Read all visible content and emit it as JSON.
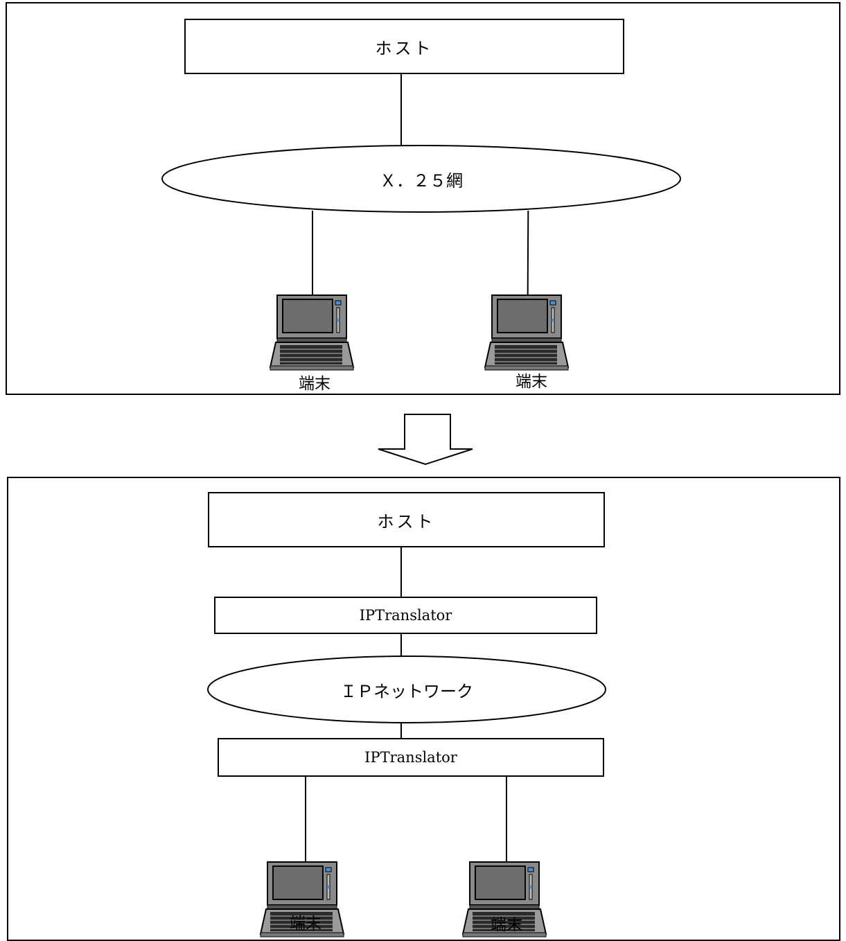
{
  "before": {
    "host_label": "ホスト",
    "network_label": "Ｘ．２５網",
    "terminals": [
      {
        "label": "端末"
      },
      {
        "label": "端末"
      }
    ]
  },
  "after": {
    "host_label": "ホスト",
    "translator_top_label": "IPTranslator",
    "network_label": "ＩＰネットワーク",
    "translator_bottom_label": "IPTranslator",
    "terminals": [
      {
        "label": "端末"
      },
      {
        "label": "端末"
      }
    ]
  },
  "colors": {
    "stroke": "#000000",
    "background": "#ffffff",
    "laptop_body": "#8a8a8a",
    "laptop_screen": "#6d6d6d",
    "laptop_accent": "#4a8fd6"
  }
}
